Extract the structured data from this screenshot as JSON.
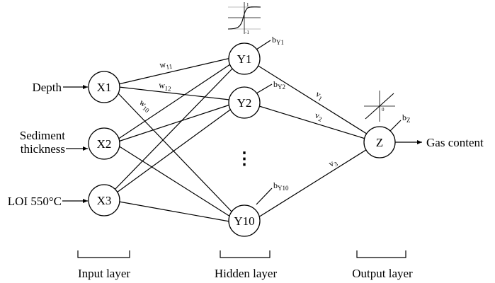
{
  "inputs": {
    "depth": "Depth",
    "sediment_line1": "Sediment",
    "sediment_line2": "thickness",
    "loi": "LOI 550°C"
  },
  "nodes": {
    "x1": "X1",
    "x2": "X2",
    "x3": "X3",
    "y1": "Y1",
    "y2": "Y2",
    "y10": "Y10",
    "z": "Z"
  },
  "ellipsis": "⋮",
  "weights": {
    "w11_base": "w",
    "w11_sub": "11",
    "w12_base": "w",
    "w12_sub": "12",
    "w10_base": "w",
    "w10_sub": "10",
    "v1_base": "v",
    "v1_sub": "1",
    "v2_base": "v",
    "v2_sub": "2",
    "v3_base": "v",
    "v3_sub": "3"
  },
  "biases": {
    "by1_base": "b",
    "by1_sub": "Y1",
    "by2_base": "b",
    "by2_sub": "Y2",
    "by10_base": "b",
    "by10_sub": "Y10",
    "bz_base": "b",
    "bz_sub": "Z"
  },
  "activation_tanh": {
    "upper": "1",
    "lower": "-1"
  },
  "activation_linear": {
    "origin": "0"
  },
  "output": "Gas content",
  "layers": {
    "input": "Input layer",
    "hidden": "Hidden layer",
    "output": "Output layer"
  }
}
